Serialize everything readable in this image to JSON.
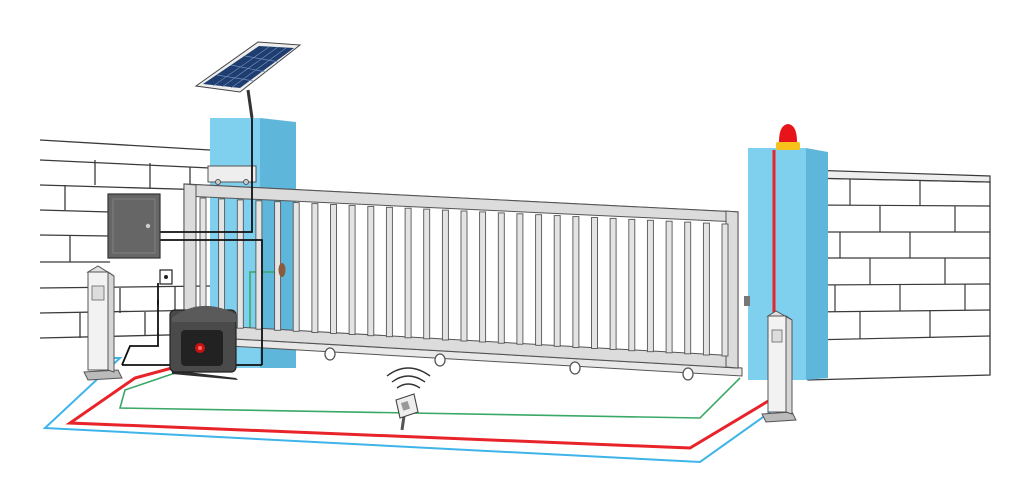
{
  "diagram": {
    "components": [
      {
        "id": "solar-panel",
        "icon": "solar-panel-icon"
      },
      {
        "id": "control-box",
        "icon": "control-box-icon"
      },
      {
        "id": "gate-motor",
        "icon": "gate-motor-icon"
      },
      {
        "id": "sliding-gate",
        "icon": "sliding-gate-icon"
      },
      {
        "id": "warning-lamp",
        "icon": "warning-lamp-icon"
      },
      {
        "id": "photocell-left",
        "icon": "photocell-post-icon"
      },
      {
        "id": "photocell-right",
        "icon": "photocell-post-icon"
      },
      {
        "id": "keypad-wireless",
        "icon": "wireless-keypad-icon"
      },
      {
        "id": "lock-receiver",
        "icon": "gate-lock-icon"
      }
    ],
    "wires": [
      {
        "id": "photocell-wire",
        "color": "#3fb4ea"
      },
      {
        "id": "lamp-wire",
        "color": "#e8232a"
      },
      {
        "id": "sensor-loop-wire",
        "color": "#3aa867"
      },
      {
        "id": "power-wire",
        "color": "#111111"
      }
    ],
    "colors": {
      "pillar": "#7fd0ef",
      "pillar_side": "#5fb6db",
      "gate_frame": "#d9d9d9",
      "wall_line": "#3a3a3a",
      "lamp_red": "#e8141b",
      "lamp_yellow": "#f6c21b"
    }
  }
}
